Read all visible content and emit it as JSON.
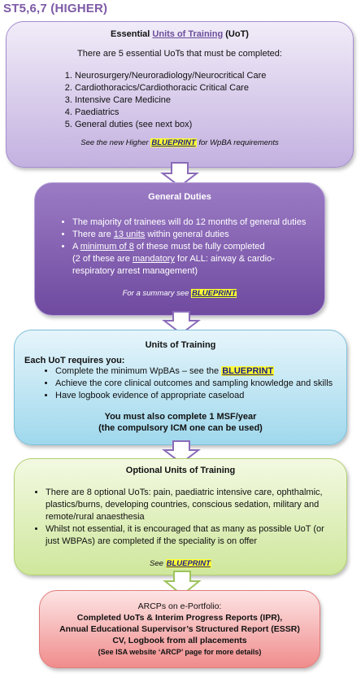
{
  "page_title": "ST5,6,7 (HIGHER)",
  "box1": {
    "heading_pre": "Essential ",
    "heading_link": "Units of Training",
    "heading_post": " (UoT)",
    "intro": "There are 5 essential UoTs that must be completed:",
    "items": [
      "Neurosurgery/Neuroradiology/Neurocritical Care",
      "Cardiothoracics/Cardiothoracic Critical Care",
      "Intensive Care Medicine",
      "Paediatrics",
      "General duties (see next box)"
    ],
    "footer_pre": "See the new Higher ",
    "footer_link": "BLUEPRINT",
    "footer_post": "  for WpBA requirements"
  },
  "box2": {
    "heading": "General Duties",
    "b1": "The majority of trainees will do 12 months of general duties",
    "b2_pre": "There are ",
    "b2_link": "13 units",
    "b2_post": " within general duties",
    "b3_pre": "A ",
    "b3_link": "minimum of 8",
    "b3_post": " of these must be fully completed",
    "b3_line2_pre": "(2 of these are ",
    "b3_line2_link": "mandatory",
    "b3_line2_post": " for ALL: airway & cardio-respiratory arrest management)",
    "footer_pre": "For a summary see ",
    "footer_link": "BLUEPRINT"
  },
  "box3": {
    "heading": "Units of Training",
    "lead": "Each UoT requires you:",
    "b1_pre": "Complete the minimum WpBAs – see the ",
    "b1_link": "BLUEPRINT",
    "b2": "Achieve the core clinical outcomes and sampling knowledge and skills",
    "b3": "Have logbook evidence of appropriate caseload",
    "note1": "You must also complete 1 MSF/year",
    "note2": "(the compulsory ICM one can be used)"
  },
  "box4": {
    "heading": "Optional Units of Training",
    "b1": "There are 8 optional UoTs: pain, paediatric intensive care, ophthalmic, plastics/burns, developing countries, conscious sedation, military and remote/rural anaesthesia",
    "b2": "Whilst not essential, it is encouraged that as many as possible UoT (or just WBPAs) are completed if the speciality is on offer",
    "footer_pre": "See ",
    "footer_link": "BLUEPRINT"
  },
  "box5": {
    "line1": "ARCPs on e-Portfolio:",
    "line2": "Completed UoTs & Interim Progress Reports (IPR),",
    "line3": "Annual Educational Supervisor’s Structured Report (ESSR)",
    "line4": "CV, Logbook from all placements",
    "line5": "(See ISA website ‘ARCP’ page for more details)"
  },
  "colors": {
    "title": "#7d5aa6",
    "box1": "#c3b1e0",
    "box2": "#6f4aa0",
    "box3": "#9fd8ec",
    "box4": "#cfe79c",
    "box5": "#f08c8c",
    "highlight": "#ffff33"
  }
}
